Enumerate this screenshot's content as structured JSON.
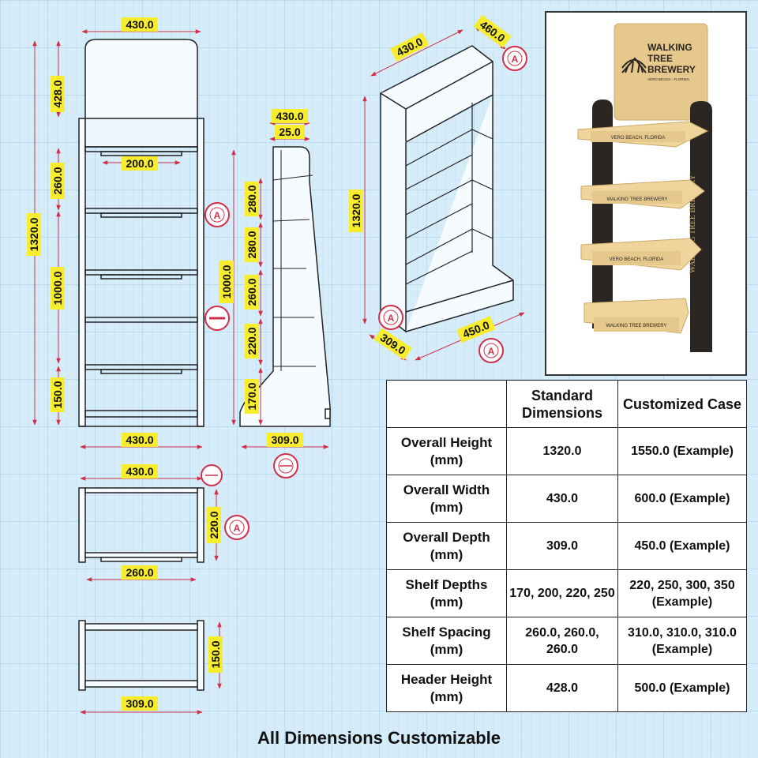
{
  "front_view": {
    "top_width": "430.0",
    "header_height": "428.0",
    "spacing": "260.0",
    "overall_height": "1320.0",
    "lower_height": "1000.0",
    "base_height": "150.0",
    "shelf_lip": "200.0",
    "bottom_width": "430.0"
  },
  "side_view": {
    "top_width": "430.0",
    "top_offset": "25.0",
    "spacing_1": "280.0",
    "spacing_2": "280.0",
    "spacing_3": "260.0",
    "spacing_4": "220.0",
    "base_height": "170.0",
    "lower_height": "1000.0",
    "depth": "309.0"
  },
  "iso_view": {
    "width": "430.0",
    "top_depth": "460.0",
    "height": "1320.0",
    "depth": "309.0",
    "base_width": "450.0"
  },
  "shelf_detail": {
    "width": "430.0",
    "height": "220.0",
    "lip": "260.0"
  },
  "base_detail": {
    "height": "150.0",
    "width": "309.0"
  },
  "photo": {
    "brand_line1": "WALKING",
    "brand_line2": "TREE",
    "brand_line3": "BREWERY",
    "brand_sub": "VERO BEACH · FLORIDA",
    "shelf_texts": [
      "VERO BEACH, FLORIDA",
      "WALKING TREE BREWERY",
      "VERO BEACH, FLORIDA",
      "WALKING TREE BREWERY"
    ],
    "side_text": "WALKING TREE BREWERY"
  },
  "spec_table": {
    "headers": [
      "",
      "Standard Dimensions",
      "Customized Case"
    ],
    "rows": [
      {
        "label": "Overall Height (mm)",
        "standard": "1320.0",
        "custom": "1550.0 (Example)"
      },
      {
        "label": "Overall Width (mm)",
        "standard": "430.0",
        "custom": "600.0 (Example)"
      },
      {
        "label": "Overall Depth (mm)",
        "standard": "309.0",
        "custom": "450.0 (Example)"
      },
      {
        "label": "Shelf Depths (mm)",
        "standard": "170, 200, 220, 250",
        "custom": "220, 250, 300, 350 (Example)"
      },
      {
        "label": "Shelf Spacing (mm)",
        "standard": "260.0, 260.0, 260.0",
        "custom": "310.0, 310.0, 310.0 (Example)"
      },
      {
        "label": "Header Height (mm)",
        "standard": "428.0",
        "custom": "500.0 (Example)"
      }
    ]
  },
  "footer": "All Dimensions Customizable",
  "colors": {
    "grid_bg": "#d6ecf8",
    "grid_line": "#a9d2ec",
    "dimension": "#d0304a",
    "label_fill": "#f7ec2e",
    "outline": "#222222",
    "wood": "#e6c88c",
    "panel_dark": "#2b2622"
  }
}
